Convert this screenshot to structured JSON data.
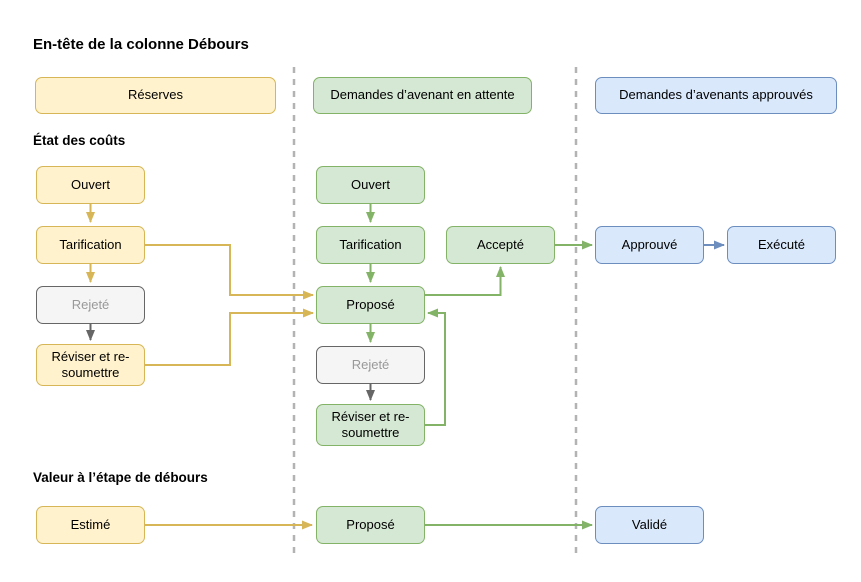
{
  "title": "En-tête de la colonne Débours",
  "section_labels": {
    "cost_status": "État des coûts",
    "value_stage": "Valeur à l’étape de débours"
  },
  "column_headers": [
    {
      "label": "Réserves",
      "color": "#FFF2CC"
    },
    {
      "label": "Demandes d’avenant en attente",
      "color": "#D5E8D4"
    },
    {
      "label": "Demandes d’avenants approuvés",
      "color": "#DAE8FC"
    }
  ],
  "nodes": {
    "reserves": {
      "ouvert": "Ouvert",
      "tarification": "Tarification",
      "rejete": "Rejeté",
      "reviser": "Réviser et re-soumettre"
    },
    "pending": {
      "ouvert": "Ouvert",
      "tarification": "Tarification",
      "propose": "Proposé",
      "accepte": "Accepté",
      "rejete": "Rejeté",
      "reviser": "Réviser et re-soumettre"
    },
    "approved": {
      "approuve": "Approuvé",
      "execute": "Exécuté"
    },
    "value_stage": {
      "estime": "Estimé",
      "propose": "Proposé",
      "valide": "Validé"
    }
  },
  "colors": {
    "yellow_fill": "#FFF2CC",
    "yellow_stroke": "#D6B656",
    "green_fill": "#D5E8D4",
    "green_stroke": "#82B366",
    "blue_fill": "#DAE8FC",
    "blue_stroke": "#6C8EBF",
    "gray_fill": "#F5F5F5",
    "gray_stroke": "#666666",
    "gray_text": "#999999",
    "divider": "#B3B3B3"
  }
}
